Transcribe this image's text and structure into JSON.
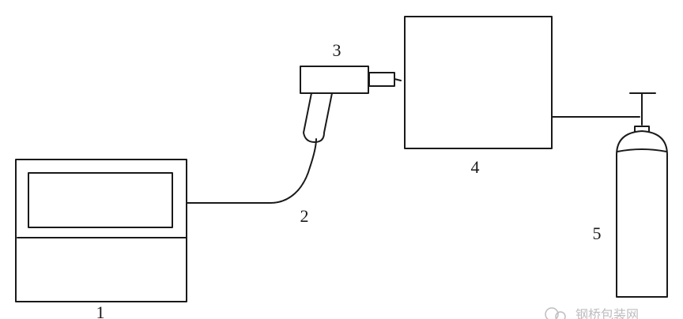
{
  "labels": {
    "instrument": "1",
    "hose": "2",
    "sprayer": "3",
    "workpiece": "4",
    "cylinder": "5"
  },
  "watermark": "钢桥包装网",
  "colors": {
    "ink": "#1a1a1a",
    "background": "#ffffff",
    "watermark": "#bdbdbd"
  }
}
